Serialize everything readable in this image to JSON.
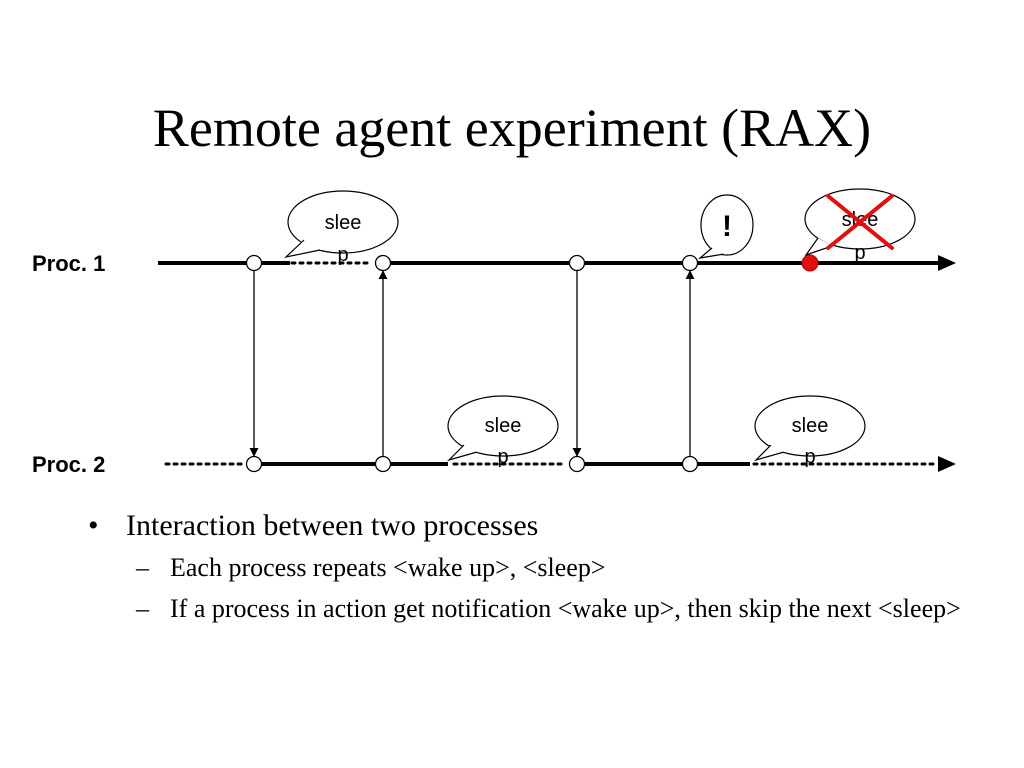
{
  "title": "Remote agent experiment (RAX)",
  "processes": [
    "Proc. 1",
    "Proc. 2"
  ],
  "bubbles": [
    {
      "line1": "slee",
      "line2": "p",
      "crossed": false
    },
    {
      "line1": "!",
      "line2": "",
      "crossed": false
    },
    {
      "line1": "slee",
      "line2": "p",
      "crossed": true
    },
    {
      "line1": "slee",
      "line2": "p",
      "crossed": false
    },
    {
      "line1": "slee",
      "line2": "p",
      "crossed": false
    }
  ],
  "colors": {
    "line": "#000000",
    "highlight_dot": "#e01010",
    "cross": "#e01010"
  },
  "bullets": {
    "main": "Interaction between two processes",
    "sub": [
      "Each process repeats <wake up>, <sleep>",
      "If a process in action get notification <wake up>,  then skip the next <sleep>"
    ]
  }
}
